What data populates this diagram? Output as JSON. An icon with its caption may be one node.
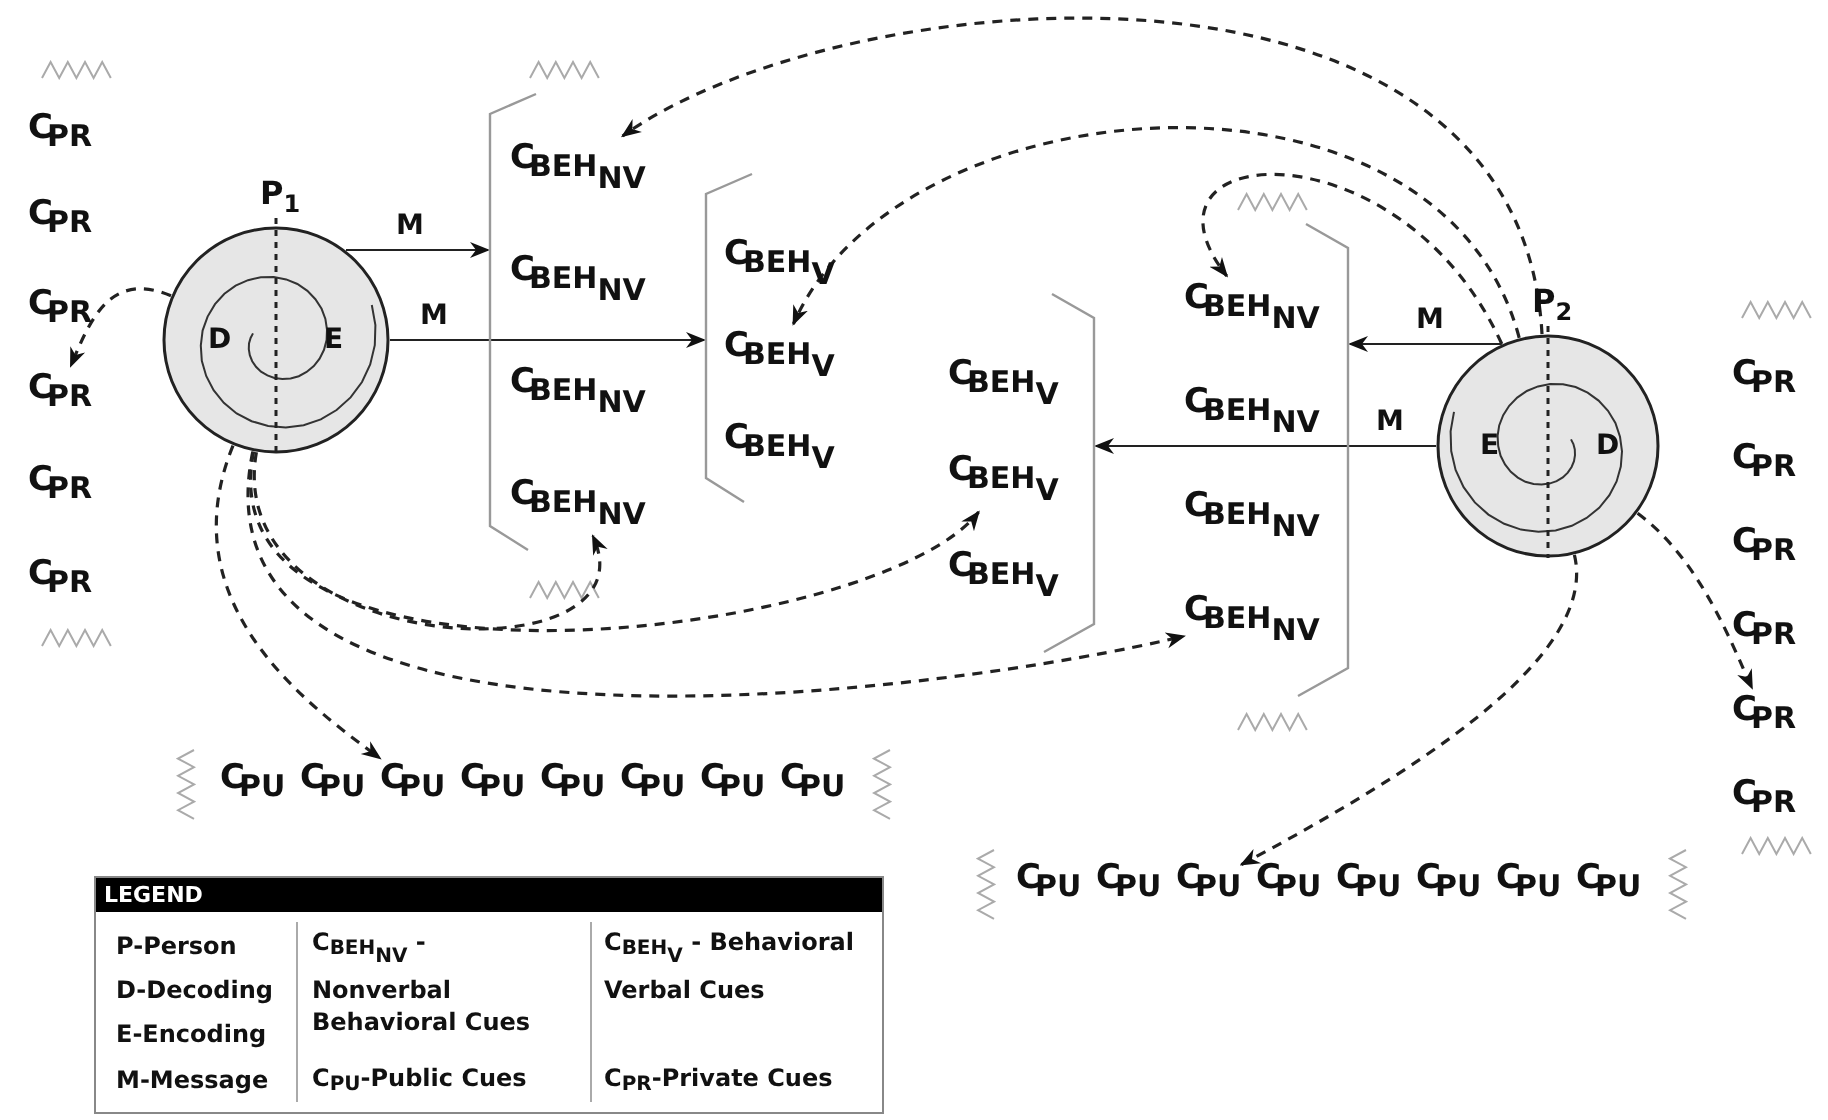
{
  "diagram": {
    "nodes": [
      {
        "text": [
          "P$_{1}$",
          "D",
          "E"
        ]
      },
      {
        "text": [
          "C$_{PR}$"
        ]
      },
      {
        "text": [
          "C$_{PR}$"
        ]
      },
      {
        "text": [
          "C$_{PR}$"
        ]
      },
      {
        "text": [
          "C$_{PR}$"
        ]
      },
      {
        "text": [
          "C$_{PR}$"
        ]
      },
      {
        "text": [
          "C$_{PR}$"
        ]
      },
      {
        "text": [],
        "shape": "bracket"
      },
      {
        "text": [
          "C$_{BEH}$$_{NV}$"
        ],
        "in": 7
      },
      {
        "text": [
          "C$_{BEH}$$_{NV}$"
        ],
        "in": 7
      },
      {
        "text": [
          "C$_{BEH}$$_{NV}$"
        ],
        "in": 7
      },
      {
        "text": [
          "C$_{BEH}$$_{NV}$"
        ],
        "in": 7
      },
      {
        "text": [],
        "shape": "bracket"
      },
      {
        "text": [
          "C$_{BEH}$$_{V}$"
        ],
        "in": 12
      },
      {
        "text": [
          "C$_{BEH}$$_{V}$"
        ],
        "in": 12
      },
      {
        "text": [
          "C$_{BEH}$$_{V}$"
        ],
        "in": 12
      },
      {
        "text": [
          "P$_{2}$",
          "E",
          "D"
        ]
      },
      {
        "text": [],
        "shape": "bracket"
      },
      {
        "text": [
          "C$_{BEH}$$_{NV}$"
        ],
        "in": 17
      },
      {
        "text": [
          "C$_{BEH}$$_{NV}$"
        ],
        "in": 17
      },
      {
        "text": [
          "C$_{BEH}$$_{NV}$"
        ],
        "in": 17
      },
      {
        "text": [
          "C$_{BEH}$$_{NV}$"
        ],
        "in": 17
      },
      {
        "text": [],
        "shape": "bracket"
      },
      {
        "text": [
          "C$_{BEH}$$_{V}$"
        ],
        "in": 22
      },
      {
        "text": [
          "C$_{BEH}$$_{V}$"
        ],
        "in": 22
      },
      {
        "text": [
          "C$_{BEH}$$_{V}$"
        ],
        "in": 22
      },
      {
        "text": [
          "C$_{PR}$"
        ]
      },
      {
        "text": [
          "C$_{PR}$"
        ]
      },
      {
        "text": [
          "C$_{PR}$"
        ]
      },
      {
        "text": [
          "C$_{PR}$"
        ]
      },
      {
        "text": [
          "C$_{PR}$"
        ]
      },
      {
        "text": [
          "C$_{PR}$"
        ]
      },
      {
        "text": [
          "C$_{PU}$"
        ]
      },
      {
        "text": [
          "C$_{PU}$"
        ]
      },
      {
        "text": [
          "C$_{PU}$"
        ]
      },
      {
        "text": [
          "C$_{PU}$"
        ]
      },
      {
        "text": [
          "C$_{PU}$"
        ]
      },
      {
        "text": [
          "C$_{PU}$"
        ]
      },
      {
        "text": [
          "C$_{PU}$"
        ]
      },
      {
        "text": [
          "C$_{PU}$"
        ]
      },
      {
        "text": [
          "C$_{PU}$"
        ]
      },
      {
        "text": [
          "C$_{PU}$"
        ]
      },
      {
        "text": [
          "C$_{PU}$"
        ]
      },
      {
        "text": [
          "C$_{PU}$"
        ]
      },
      {
        "text": [
          "C$_{PU}$"
        ]
      },
      {
        "text": [
          "C$_{PU}$"
        ]
      },
      {
        "text": [
          "C$_{PU}$"
        ]
      },
      {
        "text": [
          "C$_{PU}$"
        ]
      }
    ],
    "edges": [
      {
        "from": 0,
        "to": 7,
        "arrow": "to",
        "label": "M"
      },
      {
        "from": 0,
        "to": 12,
        "arrow": "to",
        "label": "M"
      },
      {
        "from": 16,
        "to": 17,
        "arrow": "to",
        "label": "M"
      },
      {
        "from": 16,
        "to": 22,
        "arrow": "to",
        "label": "M"
      },
      {
        "from": 0,
        "to": 4,
        "arrow": "to",
        "style": "dashed"
      },
      {
        "from": 0,
        "to": 34,
        "arrow": "to",
        "style": "dashed"
      },
      {
        "from": 0,
        "to": 11,
        "arrow": "to",
        "style": "dashed"
      },
      {
        "from": 0,
        "to": 24,
        "arrow": "to",
        "style": "dashed"
      },
      {
        "from": 0,
        "to": 21,
        "arrow": "to",
        "style": "dashed"
      },
      {
        "from": 16,
        "to": 8,
        "arrow": "to",
        "style": "dashed"
      },
      {
        "from": 16,
        "to": 14,
        "arrow": "to",
        "style": "dashed"
      },
      {
        "from": 16,
        "to": 18,
        "arrow": "to",
        "style": "dashed"
      },
      {
        "from": 16,
        "to": 30,
        "arrow": "to",
        "style": "dashed"
      },
      {
        "from": 16,
        "to": 42,
        "arrow": "to",
        "style": "dashed"
      }
    ],
    "labels": [
      "LEGEND"
    ],
    "legend": [
      {
        "text": "P-Person"
      },
      {
        "text": "D-Decoding"
      },
      {
        "text": "E-Encoding"
      },
      {
        "text": "M-Message"
      },
      {
        "text": "C$_{BEH}$$_{NV}$ - Nonverbal Behavioral Cues"
      },
      {
        "text": "C$_{PU}$-Public Cues"
      },
      {
        "text": "C$_{BEH}$$_{V}$ - Behavioral Verbal Cues"
      },
      {
        "text": "C$_{PR}$-Private Cues"
      }
    ]
  }
}
